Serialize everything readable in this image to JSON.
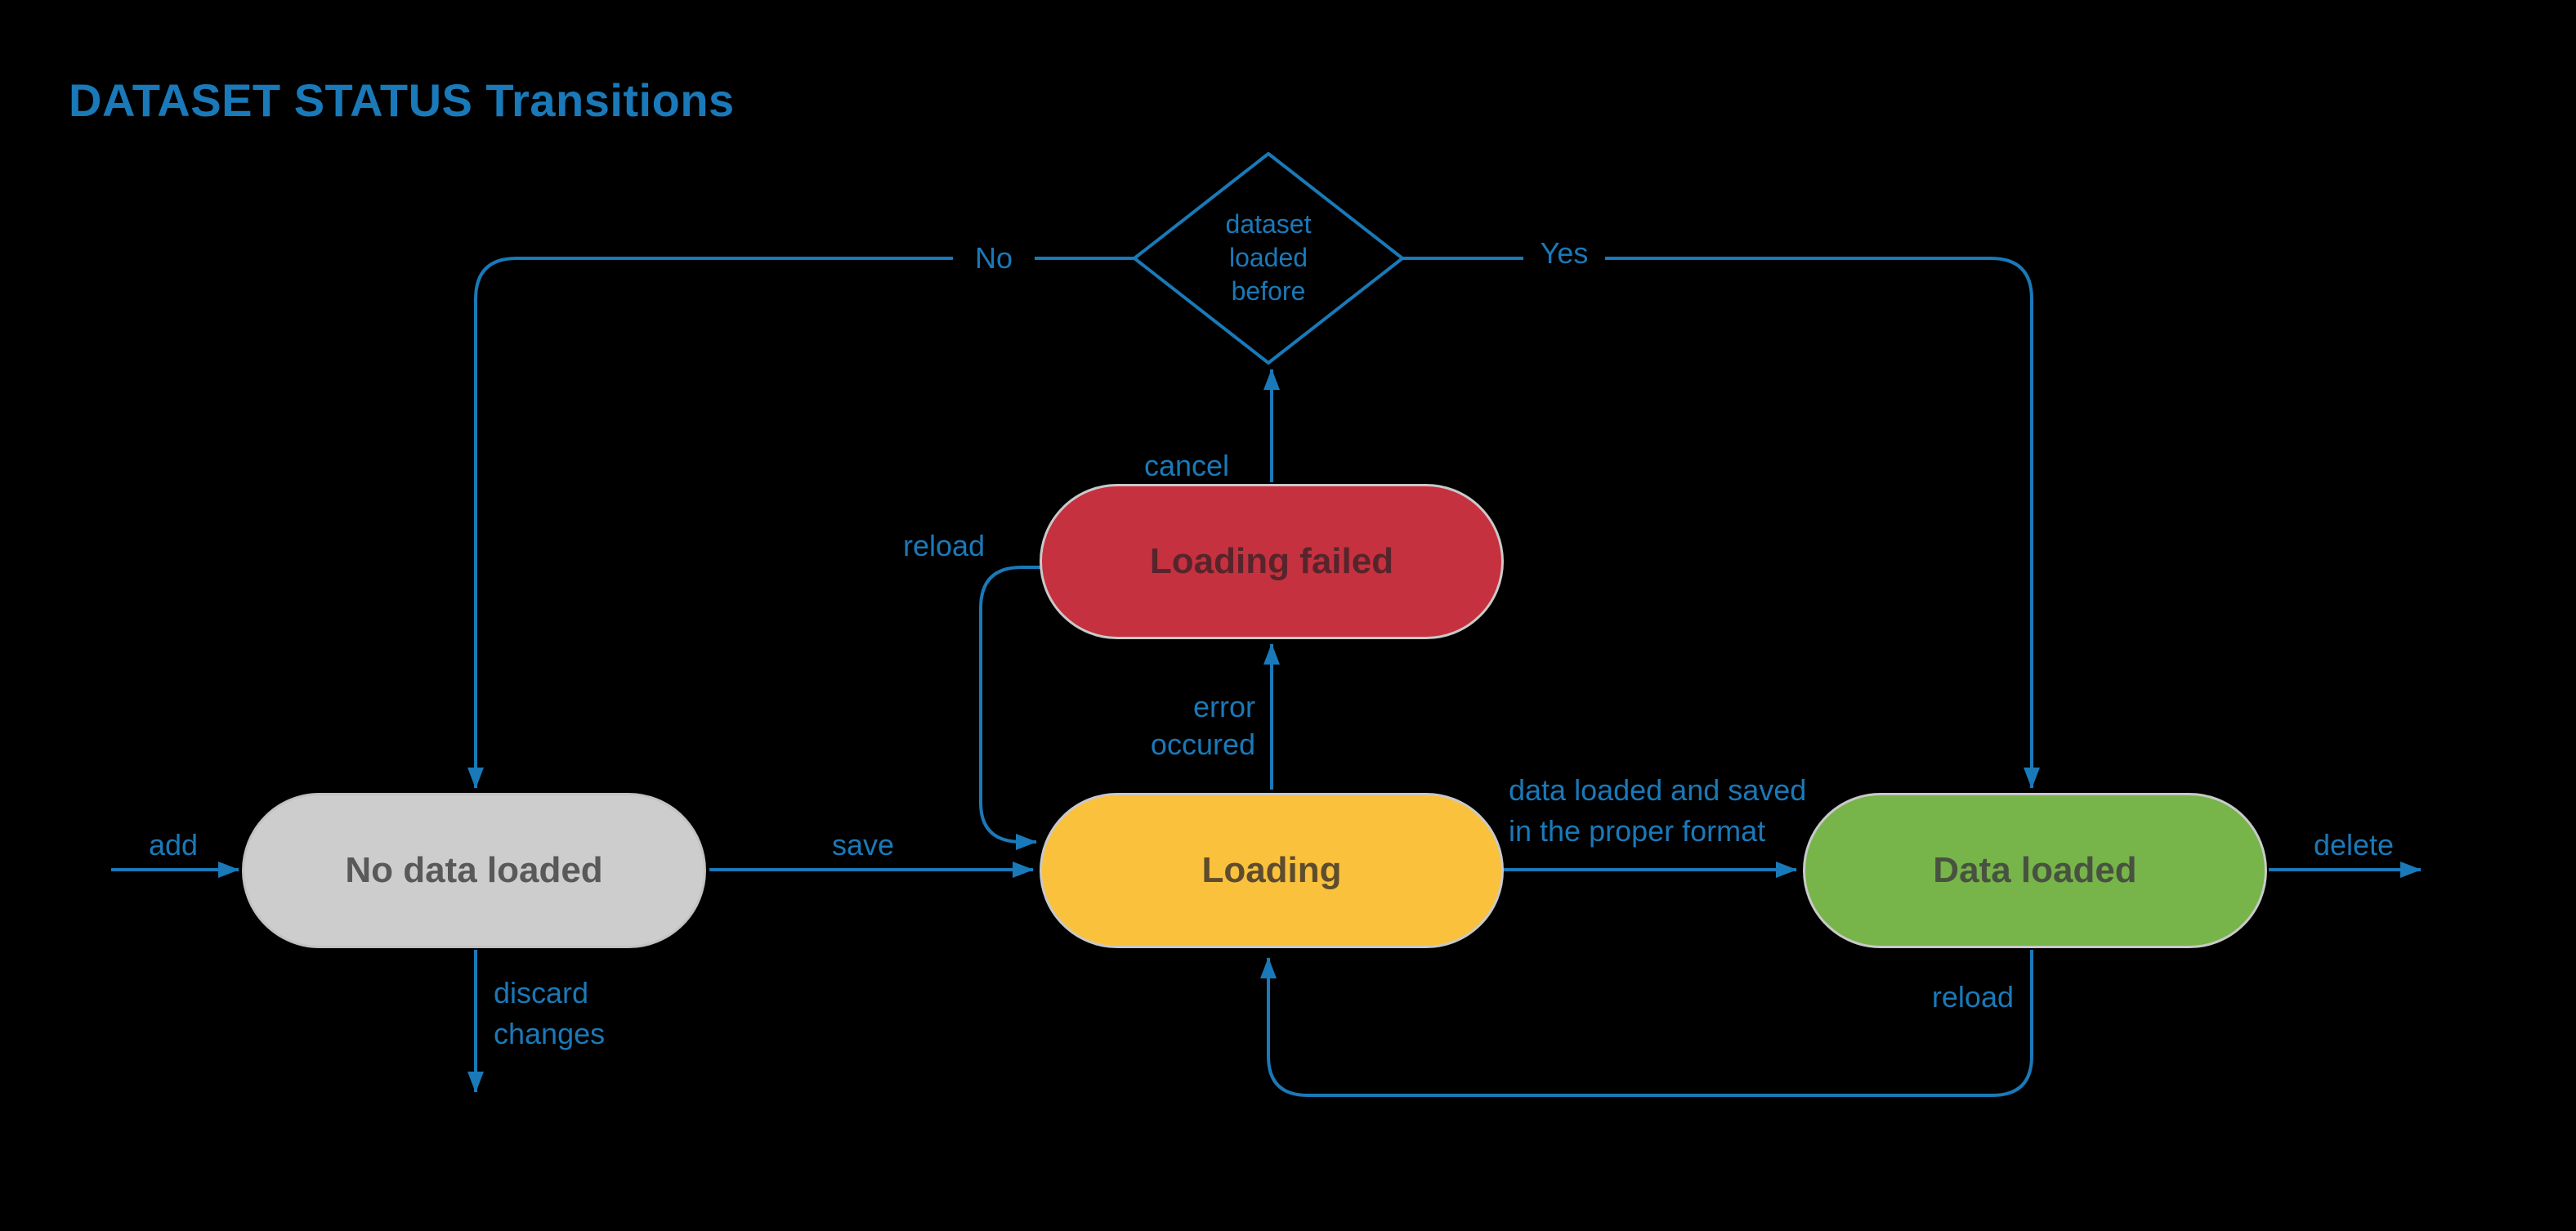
{
  "title": "DATASET STATUS Transitions",
  "colors": {
    "background": "#000000",
    "accent_blue": "#1a79b8",
    "state_no_data_fill": "#cdcdcd",
    "state_no_data_text": "#595959",
    "state_loading_fill": "#fac13c",
    "state_loading_text": "#5d4c2e",
    "state_failed_fill": "#c5313e",
    "state_failed_text": "#57242c",
    "state_loaded_fill": "#77b44a",
    "state_loaded_text": "#485240",
    "node_border": "#c9c9c9"
  },
  "diagram": {
    "decision": {
      "id": "dataset-loaded-before",
      "label": "dataset\nloaded\nbefore"
    },
    "states": [
      {
        "id": "no-data-loaded",
        "label": "No data loaded"
      },
      {
        "id": "loading",
        "label": "Loading"
      },
      {
        "id": "loading-failed",
        "label": "Loading failed"
      },
      {
        "id": "data-loaded",
        "label": "Data loaded"
      }
    ],
    "transitions": {
      "add": {
        "label": "add",
        "from": "start",
        "to": "no-data-loaded"
      },
      "save": {
        "label": "save",
        "from": "no-data-loaded",
        "to": "loading"
      },
      "error": {
        "label": "error\noccured",
        "from": "loading",
        "to": "loading-failed"
      },
      "cancel": {
        "label": "cancel",
        "from": "loading-failed",
        "to": "dataset-loaded-before"
      },
      "reload_failed": {
        "label": "reload",
        "from": "loading-failed",
        "to": "loading"
      },
      "no": {
        "label": "No",
        "from": "dataset-loaded-before",
        "to": "no-data-loaded"
      },
      "yes": {
        "label": "Yes",
        "from": "dataset-loaded-before",
        "to": "data-loaded"
      },
      "data_saved": {
        "label": "data loaded and saved\nin the proper format",
        "from": "loading",
        "to": "data-loaded"
      },
      "delete": {
        "label": "delete",
        "from": "data-loaded",
        "to": "end"
      },
      "reload_loaded": {
        "label": "reload",
        "from": "data-loaded",
        "to": "loading"
      },
      "discard": {
        "label": "discard\nchanges",
        "from": "no-data-loaded",
        "to": "end"
      }
    }
  }
}
